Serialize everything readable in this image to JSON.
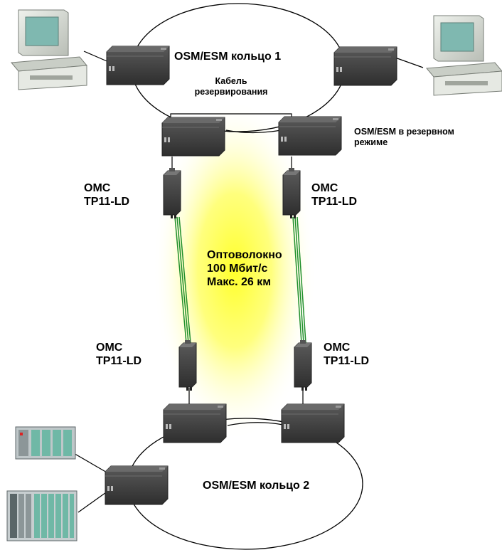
{
  "ring1": {
    "label": "OSM/ESM кольцо 1"
  },
  "ring2": {
    "label": "OSM/ESM кольцо 2"
  },
  "redundancy_cable": {
    "line1": "Кабель",
    "line2": "резервирования"
  },
  "standby": {
    "line1": "OSM/ESM в резервном",
    "line2": "режиме"
  },
  "omc": {
    "line1": "OMC",
    "line2": "TP11-LD"
  },
  "fiber": {
    "line1": "Оптоволокно",
    "line2": "100 Мбит/с",
    "line3": "Макс. 26 км"
  },
  "colors": {
    "device_body": "#3c3c3c",
    "device_top": "#555555",
    "glow": "#ffff33",
    "fiber": "#1f8f2a",
    "monitor": "#d7dcd6",
    "screen": "#7fb8b0"
  },
  "icons": [
    "pc-icon",
    "osm-esm-switch-icon",
    "omc-converter-icon",
    "plc-rack-icon"
  ]
}
